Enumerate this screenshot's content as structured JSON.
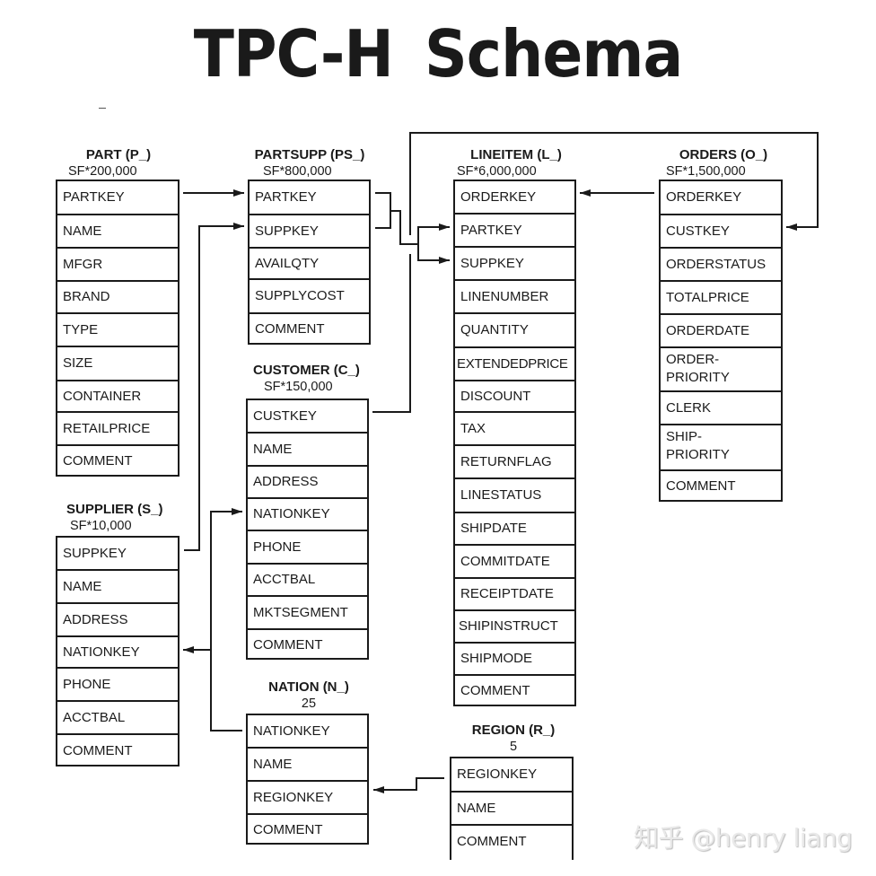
{
  "title": "TPC-H  Schema",
  "tables": {
    "part": {
      "name": "PART (P_)",
      "cardinality": "SF*200,000",
      "columns": [
        "PARTKEY",
        "NAME",
        "MFGR",
        "BRAND",
        "TYPE",
        "SIZE",
        "CONTAINER",
        "RETAILPRICE",
        "COMMENT"
      ]
    },
    "partsupp": {
      "name": "PARTSUPP (PS_)",
      "cardinality": "SF*800,000",
      "columns": [
        "PARTKEY",
        "SUPPKEY",
        "AVAILQTY",
        "SUPPLYCOST",
        "COMMENT"
      ]
    },
    "lineitem": {
      "name": "LINEITEM (L_)",
      "cardinality": "SF*6,000,000",
      "columns": [
        "ORDERKEY",
        "PARTKEY",
        "SUPPKEY",
        "LINENUMBER",
        "QUANTITY",
        "EXTENDEDPRICE",
        "DISCOUNT",
        "TAX",
        "RETURNFLAG",
        "LINESTATUS",
        "SHIPDATE",
        "COMMITDATE",
        "RECEIPTDATE",
        "SHIPINSTRUCT",
        "SHIPMODE",
        "COMMENT"
      ]
    },
    "orders": {
      "name": "ORDERS (O_)",
      "cardinality": "SF*1,500,000",
      "columns": [
        "ORDERKEY",
        "CUSTKEY",
        "ORDERSTATUS",
        "TOTALPRICE",
        "ORDERDATE",
        "ORDER-\nPRIORITY",
        "CLERK",
        "SHIP-\nPRIORITY",
        "COMMENT"
      ]
    },
    "customer": {
      "name": "CUSTOMER (C_)",
      "cardinality": "SF*150,000",
      "columns": [
        "CUSTKEY",
        "NAME",
        "ADDRESS",
        "NATIONKEY",
        "PHONE",
        "ACCTBAL",
        "MKTSEGMENT",
        "COMMENT"
      ]
    },
    "supplier": {
      "name": "SUPPLIER (S_)",
      "cardinality": "SF*10,000",
      "columns": [
        "SUPPKEY",
        "NAME",
        "ADDRESS",
        "NATIONKEY",
        "PHONE",
        "ACCTBAL",
        "COMMENT"
      ]
    },
    "nation": {
      "name": "NATION (N_)",
      "cardinality": "25",
      "columns": [
        "NATIONKEY",
        "NAME",
        "REGIONKEY",
        "COMMENT"
      ]
    },
    "region": {
      "name": "REGION (R_)",
      "cardinality": "5",
      "columns": [
        "REGIONKEY",
        "NAME",
        "COMMENT"
      ]
    }
  },
  "relationships": [
    {
      "from": "PART.PARTKEY",
      "to": "PARTSUPP.PARTKEY"
    },
    {
      "from": "SUPPLIER.SUPPKEY",
      "to": "PARTSUPP.SUPPKEY"
    },
    {
      "from": "PARTSUPP.PARTKEY+SUPPKEY",
      "to": "LINEITEM.PARTKEY"
    },
    {
      "from": "PARTSUPP.PARTKEY+SUPPKEY",
      "to": "LINEITEM.SUPPKEY"
    },
    {
      "from": "ORDERS.ORDERKEY",
      "to": "LINEITEM.ORDERKEY"
    },
    {
      "from": "CUSTOMER.CUSTKEY",
      "to": "ORDERS.CUSTKEY"
    },
    {
      "from": "NATION.NATIONKEY",
      "to": "CUSTOMER.NATIONKEY"
    },
    {
      "from": "NATION.NATIONKEY",
      "to": "SUPPLIER.NATIONKEY"
    },
    {
      "from": "REGION.REGIONKEY",
      "to": "NATION.REGIONKEY"
    }
  ],
  "watermark": "知乎 @henry liang",
  "colors": {
    "line": "#1a1a1a",
    "background": "#ffffff",
    "watermark": "#e9e9e9"
  }
}
